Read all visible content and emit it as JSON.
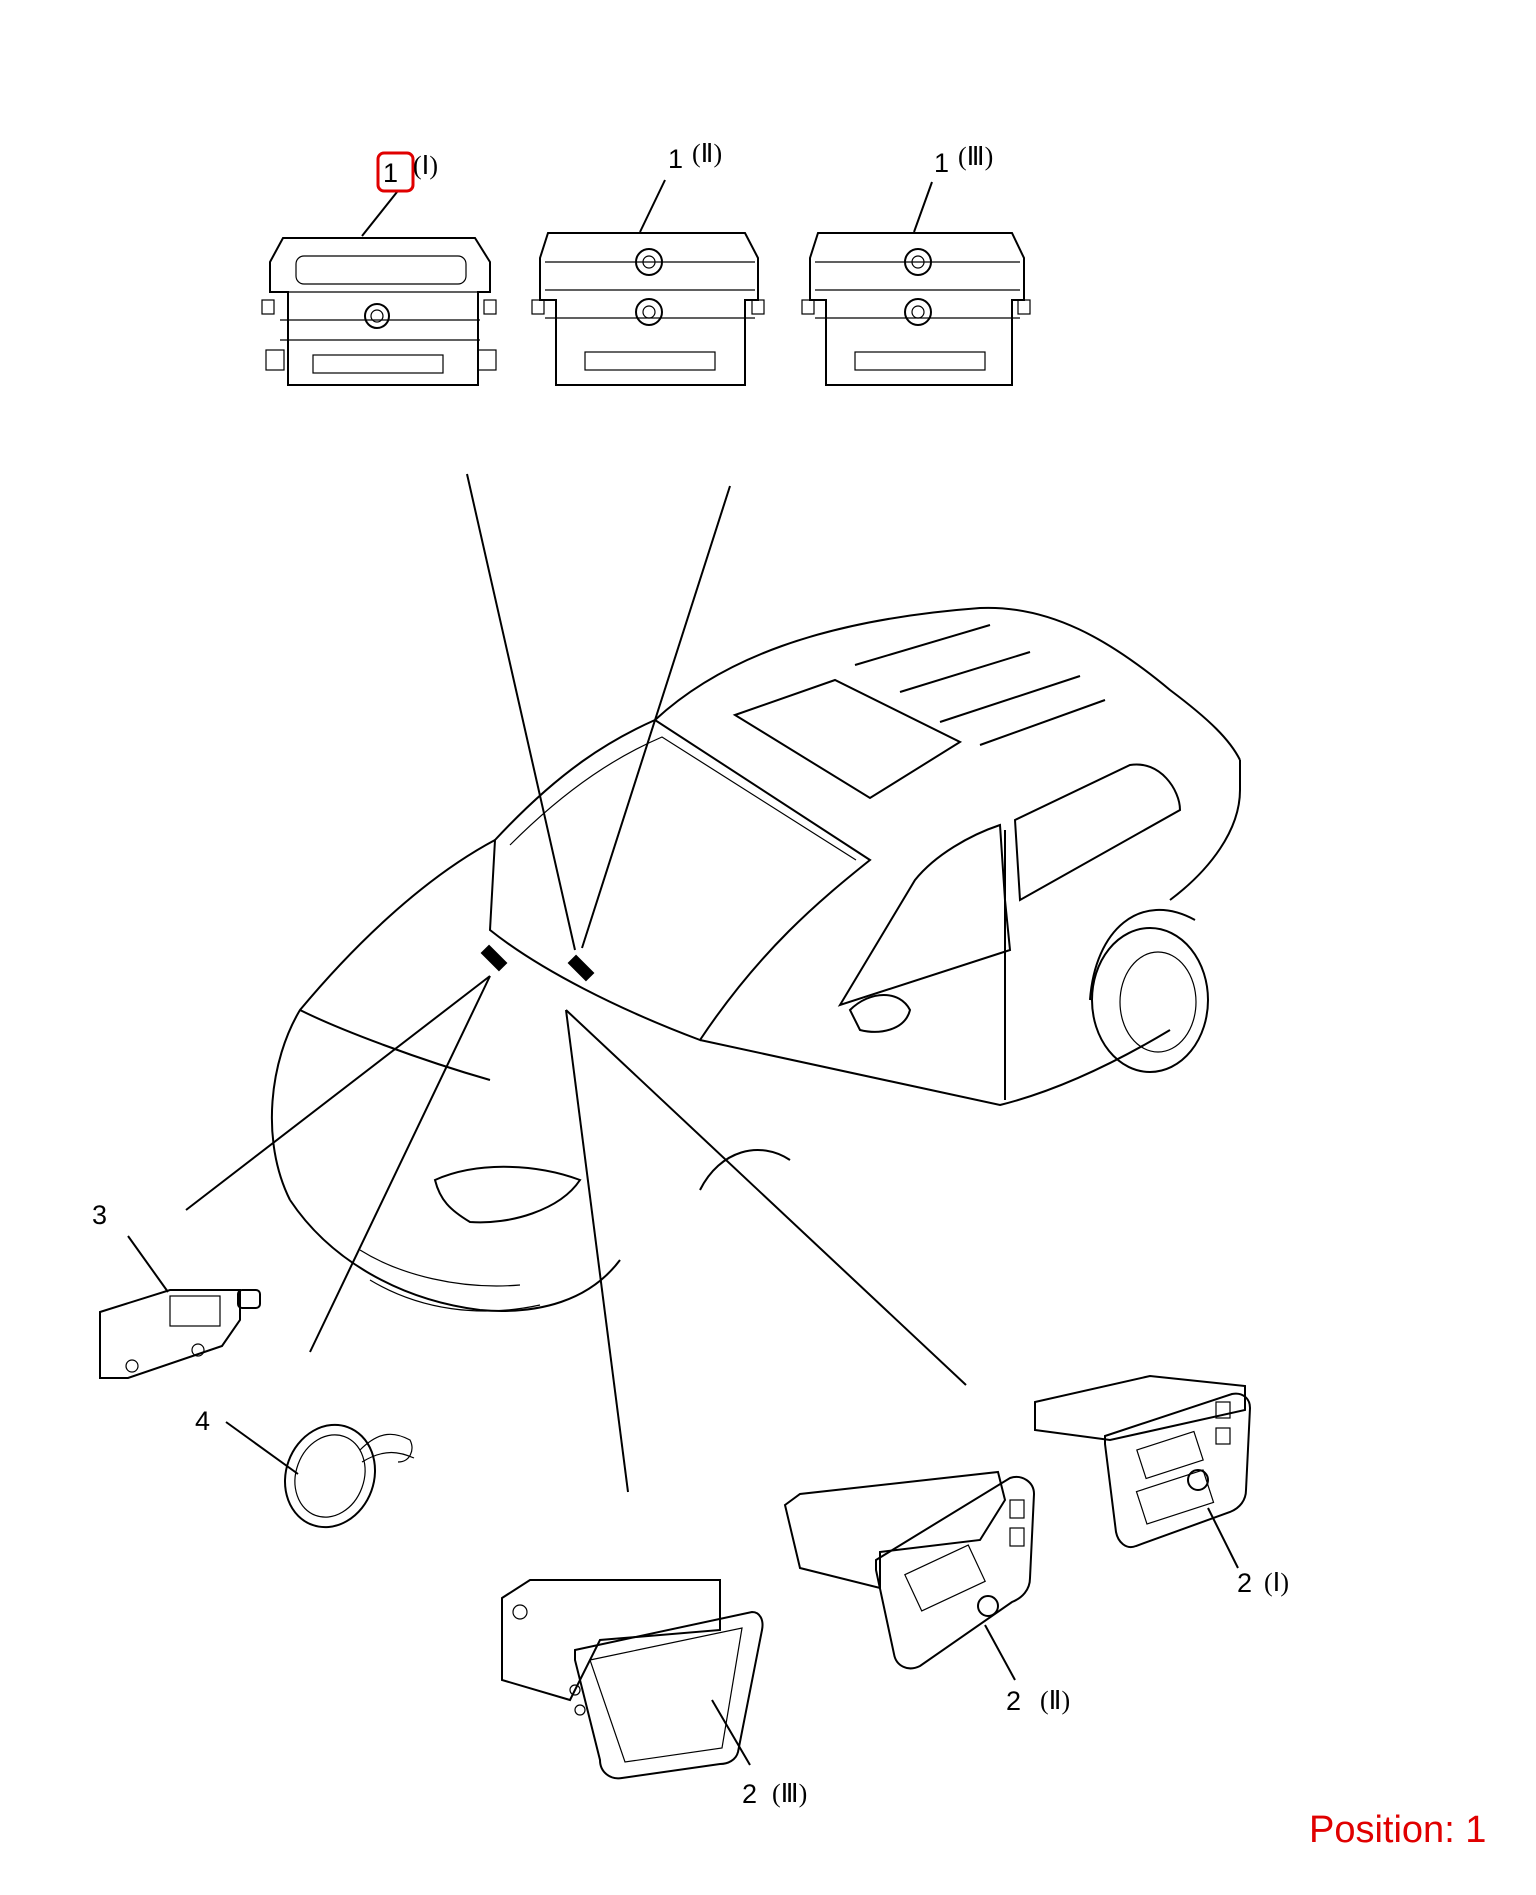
{
  "parts": {
    "p1_i": {
      "num": "1",
      "roman": "(Ⅰ)"
    },
    "p1_ii": {
      "num": "1",
      "roman": "(Ⅱ)"
    },
    "p1_iii": {
      "num": "1",
      "roman": "(Ⅲ)"
    },
    "p2_i": {
      "num": "2",
      "roman": "(Ⅰ)"
    },
    "p2_ii": {
      "num": "2",
      "roman": "(Ⅱ)"
    },
    "p2_iii": {
      "num": "2",
      "roman": "(Ⅲ)"
    },
    "p3": {
      "num": "3"
    },
    "p4": {
      "num": "4"
    }
  },
  "position_label": "Position: 1",
  "colors": {
    "highlight": "#e00000",
    "line": "#000000"
  }
}
